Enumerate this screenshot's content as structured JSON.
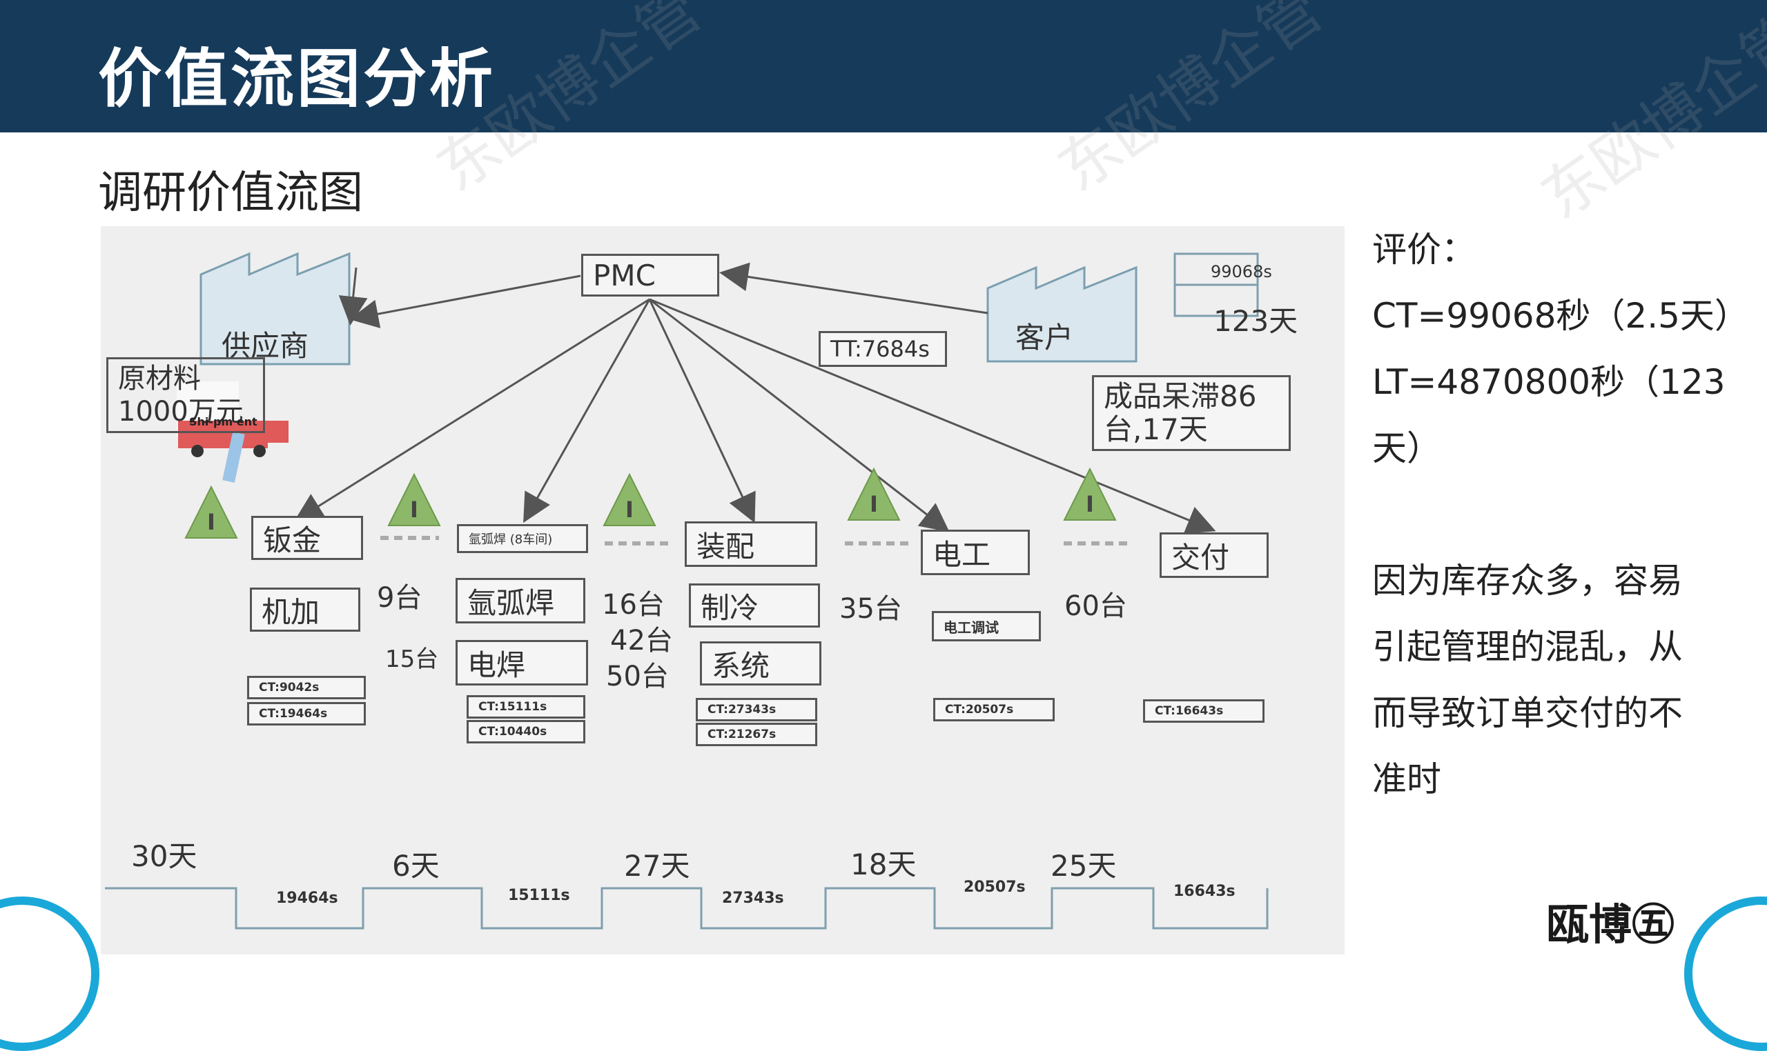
{
  "header": {
    "title": "价值流图分析"
  },
  "subtitle": "调研价值流图",
  "diagram": {
    "pmc": "PMC",
    "supplier": "供应商",
    "customer": "客户",
    "raw_material": [
      "原材料",
      "1000万元"
    ],
    "truck_label": "Shi-pm ent",
    "tt": "TT:7684s",
    "customer_ct": "99068s",
    "customer_lt": "123天",
    "finished_goods": [
      "成品呆滞86",
      "台,17天"
    ],
    "processes": {
      "sheet_metal": "钣金",
      "machining": "机加",
      "argon_weld": "氩弧焊 (8车间)",
      "argon_weld_big": "氩弧焊",
      "electric_weld": "电焊",
      "assembly": "装配",
      "refrigeration": "制冷",
      "system": "系统",
      "electrician": "电工",
      "electric_debug": "电工调试",
      "delivery": "交付"
    },
    "inventory_counts": [
      "9台",
      "15台",
      "16台",
      "42台",
      "50台",
      "35台",
      "60台"
    ],
    "ct_boxes": [
      "CT:9042s",
      "CT:19464s",
      "CT:15111s",
      "CT:10440s",
      "CT:27343s",
      "CT:21267s",
      "CT:20507s",
      "CT:16643s"
    ],
    "timeline_days": [
      "30天",
      "6天",
      "27天",
      "18天",
      "25天"
    ],
    "timeline_secs": [
      "19464s",
      "15111s",
      "27343s",
      "20507s",
      "16643s"
    ],
    "inventory_icon": "I"
  },
  "evaluation": {
    "heading": "评价：",
    "ct": "CT=99068秒（2.5天）",
    "lt_line1": "LT=4870800秒（123",
    "lt_line2": "天）",
    "reason": [
      "因为库存众多，容易",
      "引起管理的混乱，从",
      "而导致订单交付的不",
      "准时"
    ]
  },
  "logo": "瓯博㊄",
  "watermark": "东欧博企管"
}
